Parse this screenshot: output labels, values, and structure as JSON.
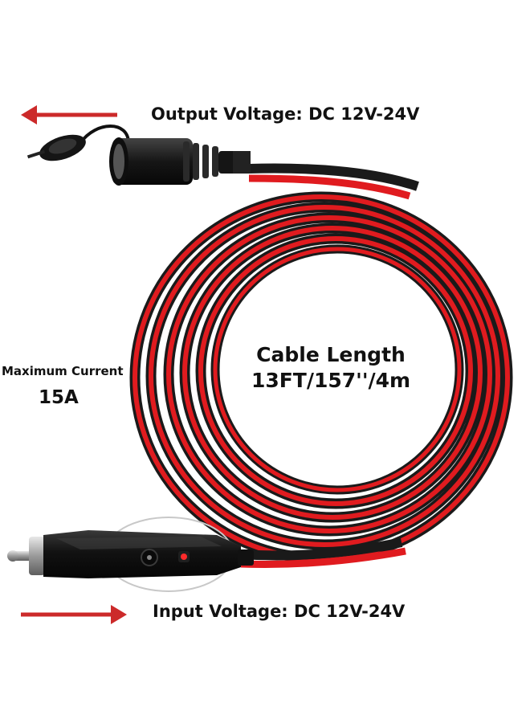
{
  "labels": {
    "output_voltage": "Output Voltage: DC 12V-24V",
    "input_voltage": "Input Voltage: DC 12V-24V",
    "max_current_title": "Maximum Current",
    "max_current_value": "15A",
    "cable_length_title": "Cable Length",
    "cable_length_value": "13FT/157''/4m"
  },
  "colors": {
    "arrow": "#cc2a2a",
    "cable_red": "#e01b1f",
    "cable_black": "#1a1a1a",
    "plug_body": "#161616",
    "indicator_led": "#ff2b2b"
  }
}
